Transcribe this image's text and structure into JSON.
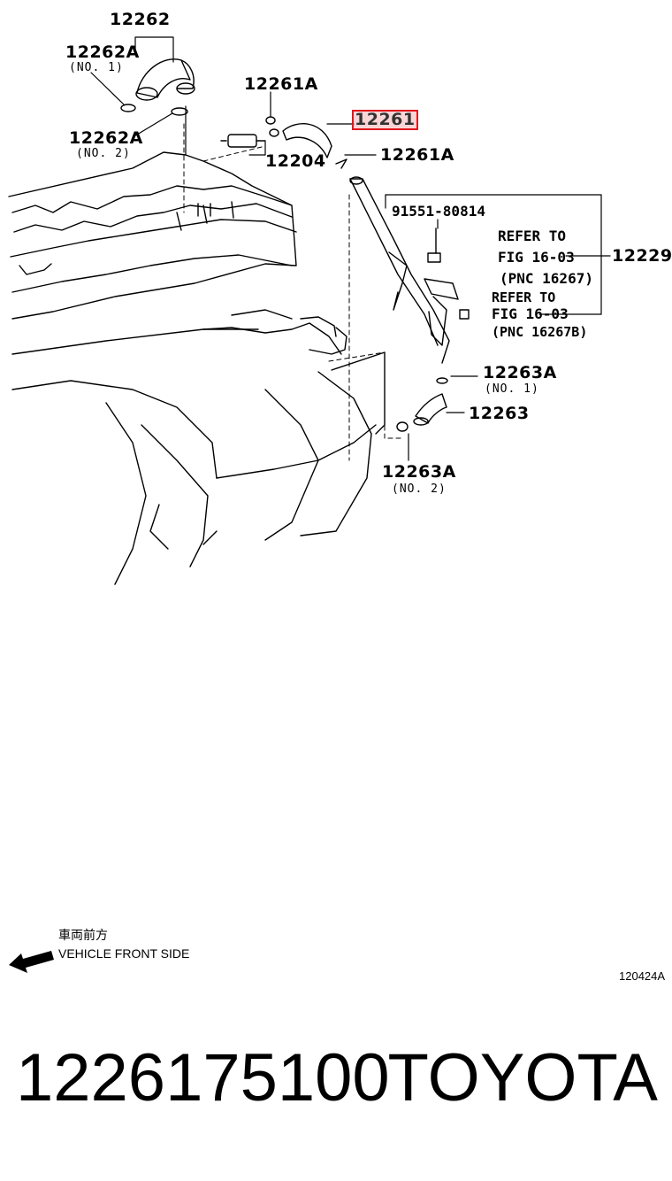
{
  "callouts": {
    "p12262": "12262",
    "p12262A_1": "12262A",
    "p12262A_1_sub": "(NO. 1)",
    "p12262A_2": "12262A",
    "p12262A_2_sub": "(NO. 2)",
    "p12261A_top": "12261A",
    "p12261": "12261",
    "p12204": "12204",
    "p12261A_mid": "12261A",
    "p91551": "91551-80814",
    "ref1_line1": "REFER TO",
    "ref1_line2": "FIG 16-03",
    "ref1_line3": "(PNC 16267)",
    "p12229": "12229",
    "ref2_line1": "REFER TO",
    "ref2_line2": "FIG 16-03",
    "ref2_line3": "(PNC 16267B)",
    "p12263A_1": "12263A",
    "p12263A_1_sub": "(NO. 1)",
    "p12263": "12263",
    "p12263A_2": "12263A",
    "p12263A_2_sub": "(NO. 2)"
  },
  "orientation": {
    "japanese": "車両前方",
    "english": "VEHICLE FRONT SIDE"
  },
  "illustration_id": "120424A",
  "footer": {
    "part_number": "1226175100",
    "brand": "TOYOTA"
  },
  "colors": {
    "highlight": "#e0181e",
    "ink": "#000000"
  }
}
